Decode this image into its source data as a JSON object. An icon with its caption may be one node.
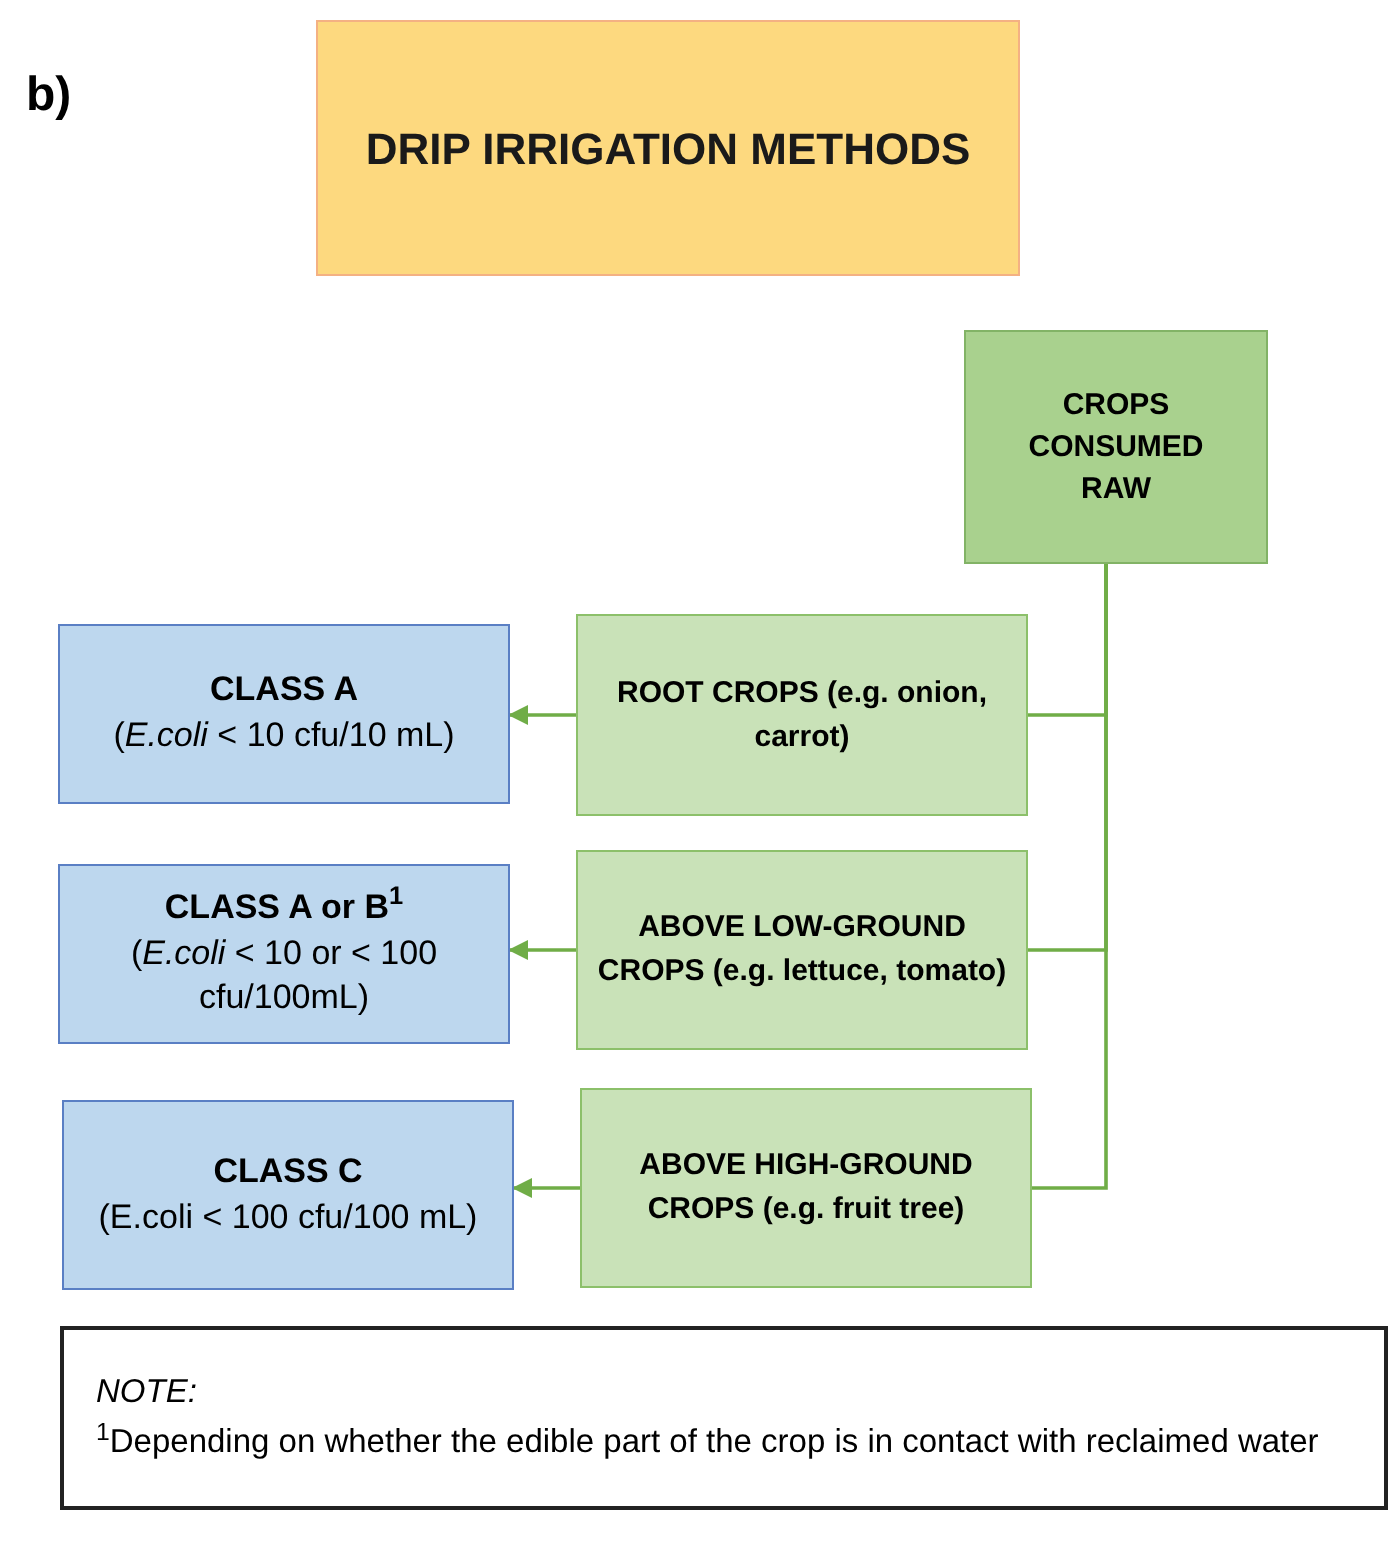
{
  "diagram": {
    "nodes": [
      {
        "text": [
          "DRIP IRRIGATION METHODS"
        ]
      },
      {
        "text": [
          "CROPS CONSUMED RAW"
        ]
      },
      {
        "text": [
          "ROOT CROPS (e.g. onion, carrot)"
        ]
      },
      {
        "text": [
          "ABOVE LOW-GROUND CROPS (e.g. lettuce, tomato)"
        ]
      },
      {
        "text": [
          "ABOVE HIGH-GROUND CROPS (e.g. fruit tree)"
        ]
      },
      {
        "text": [
          "CLASS A",
          "(*E.coli* < 10 cfu/10 mL)"
        ]
      },
      {
        "text": [
          "CLASS A or B$^{1}$",
          "(*E.coli* < 10 or < 100 cfu/100mL)"
        ]
      },
      {
        "text": [
          "CLASS C",
          "(E.coli < 100 cfu/100 mL)"
        ]
      },
      {
        "text": [
          "NOTE:",
          "$^{1}$Depending on whether the edible part of the crop is in contact with reclaimed water"
        ]
      }
    ],
    "edges": [
      {
        "from": 1,
        "to": 2,
        "arrow": "none"
      },
      {
        "from": 1,
        "to": 3,
        "arrow": "none"
      },
      {
        "from": 1,
        "to": 4,
        "arrow": "none"
      },
      {
        "from": 2,
        "to": 5,
        "arrow": "to"
      },
      {
        "from": 3,
        "to": 6,
        "arrow": "to"
      },
      {
        "from": 4,
        "to": 7,
        "arrow": "to"
      }
    ],
    "labels": [
      "b)"
    ]
  }
}
